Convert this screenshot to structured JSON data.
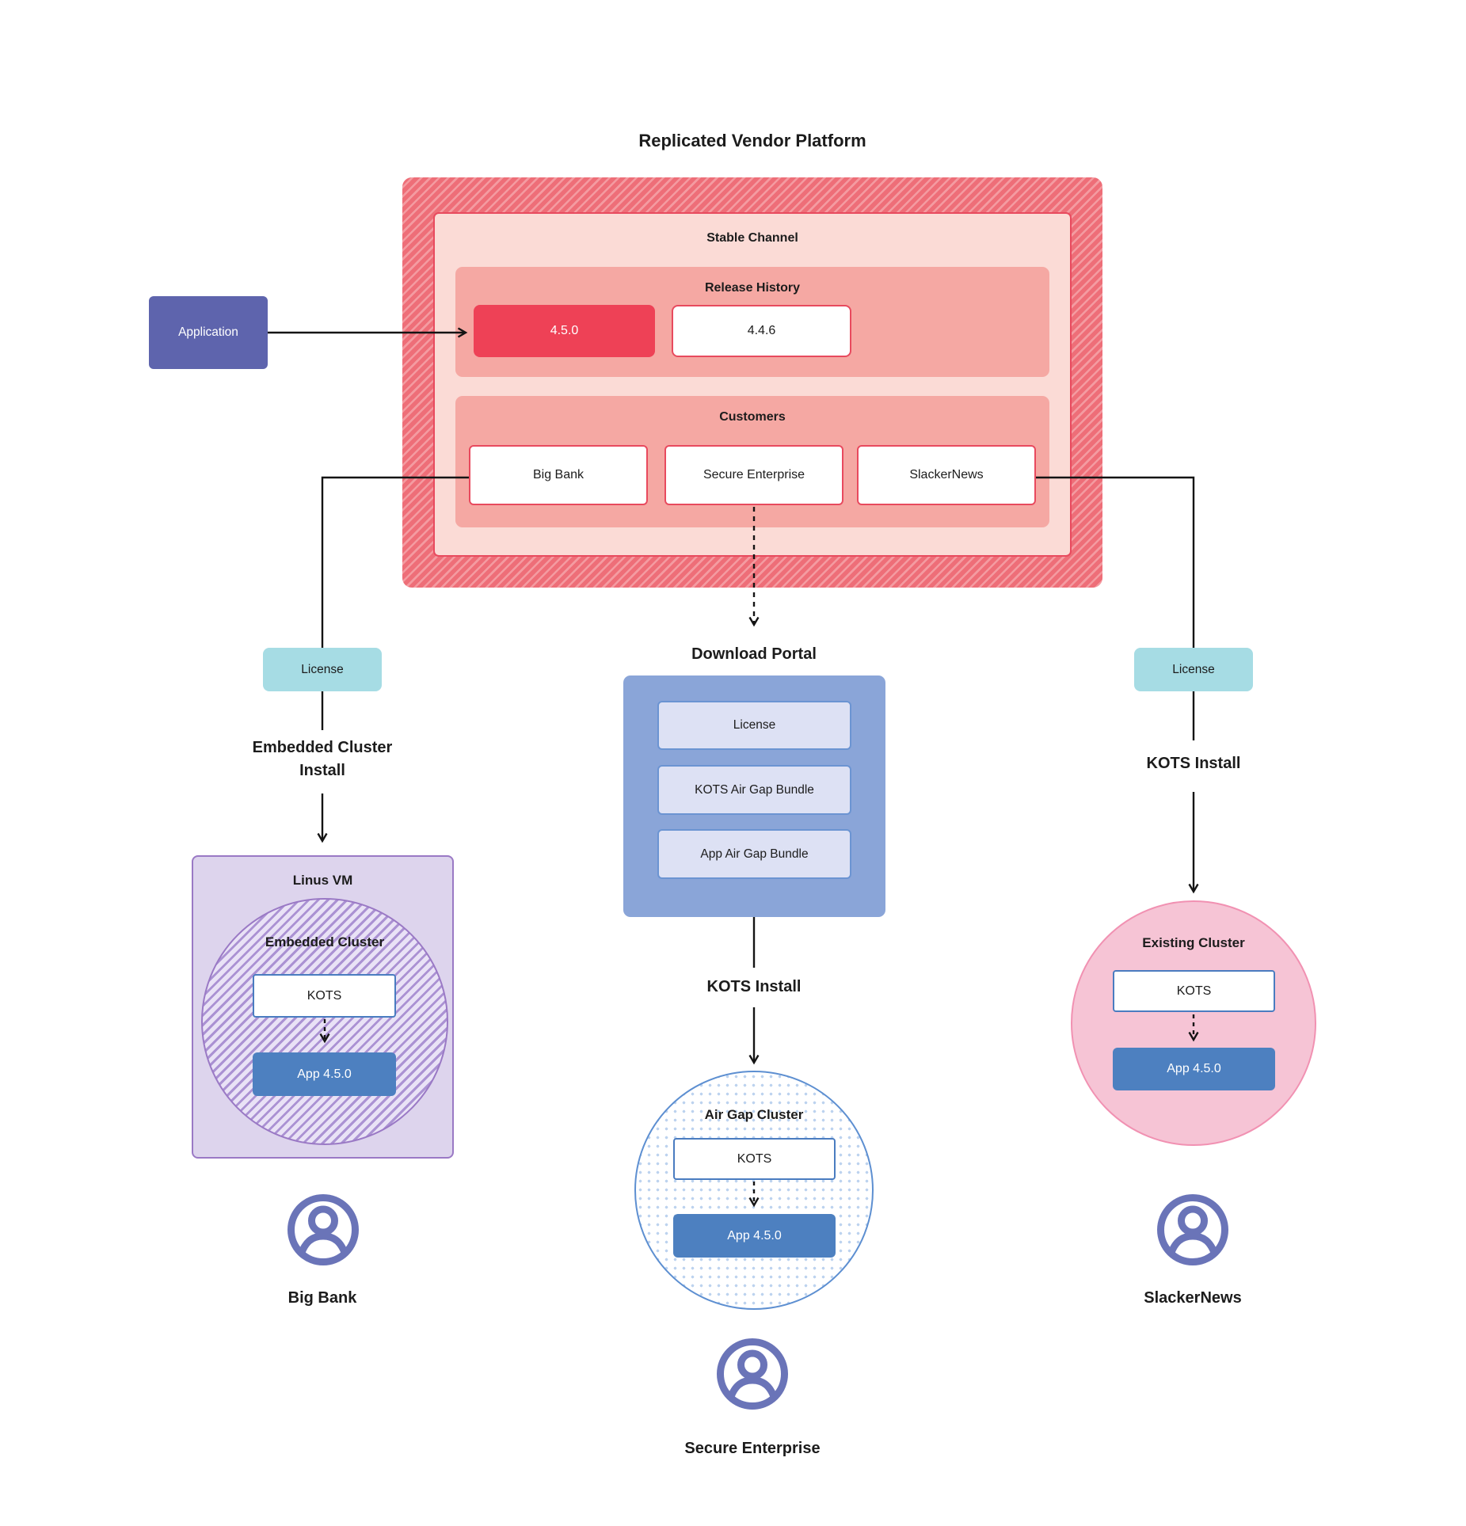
{
  "title": "Replicated Vendor Platform",
  "application": {
    "label": "Application"
  },
  "platform": {
    "stable_channel": {
      "label": "Stable Channel",
      "release_history": {
        "label": "Release History",
        "releases": [
          "4.5.0",
          "4.4.6"
        ],
        "current": "4.5.0"
      },
      "customers": {
        "label": "Customers",
        "items": [
          "Big Bank",
          "Secure Enterprise",
          "SlackerNews"
        ]
      }
    }
  },
  "left_flow": {
    "license": "License",
    "install": "Embedded Cluster Install"
  },
  "center_flow": {
    "portal_title": "Download Portal",
    "portal_items": [
      "License",
      "KOTS Air Gap Bundle",
      "App Air Gap Bundle"
    ],
    "install": "KOTS Install"
  },
  "right_flow": {
    "license": "License",
    "install": "KOTS Install"
  },
  "clusters": {
    "embedded": {
      "vm_label": "Linus VM",
      "label": "Embedded Cluster",
      "kots": "KOTS",
      "app": "App 4.5.0",
      "user": "Big Bank"
    },
    "airgap": {
      "label": "Air Gap Cluster",
      "kots": "KOTS",
      "app": "App 4.5.0",
      "user": "Secure Enterprise"
    },
    "existing": {
      "label": "Existing Cluster",
      "kots": "KOTS",
      "app": "App 4.5.0",
      "user": "SlackerNews"
    }
  },
  "colors": {
    "platform_hatch_base": "#ee6e78",
    "platform_hatch_stripe": "#f49ba1",
    "stable_panel_fill": "#fbdbd6",
    "red_border": "#e84a5e",
    "salmon_panel": "#f5a8a3",
    "current_release_red": "#ee4156",
    "application_purple": "#5e64ad",
    "license_cyan": "#a6dce4",
    "portal_blue": "#8aa5d8",
    "portal_item_fill": "#dde1f4",
    "kots_border_blue": "#4a7cc0",
    "app_blue": "#4d80c0",
    "vm_fill": "#ddd4ed",
    "vm_border_purple": "#9a79c5",
    "airgap_border_blue": "#5d8fd1",
    "airgap_dots": "#bdd3ef",
    "existing_fill": "#f6c4d5",
    "existing_border": "#f191b2",
    "user_icon_indigo": "#6a74b8",
    "connector_black": "#141414"
  }
}
